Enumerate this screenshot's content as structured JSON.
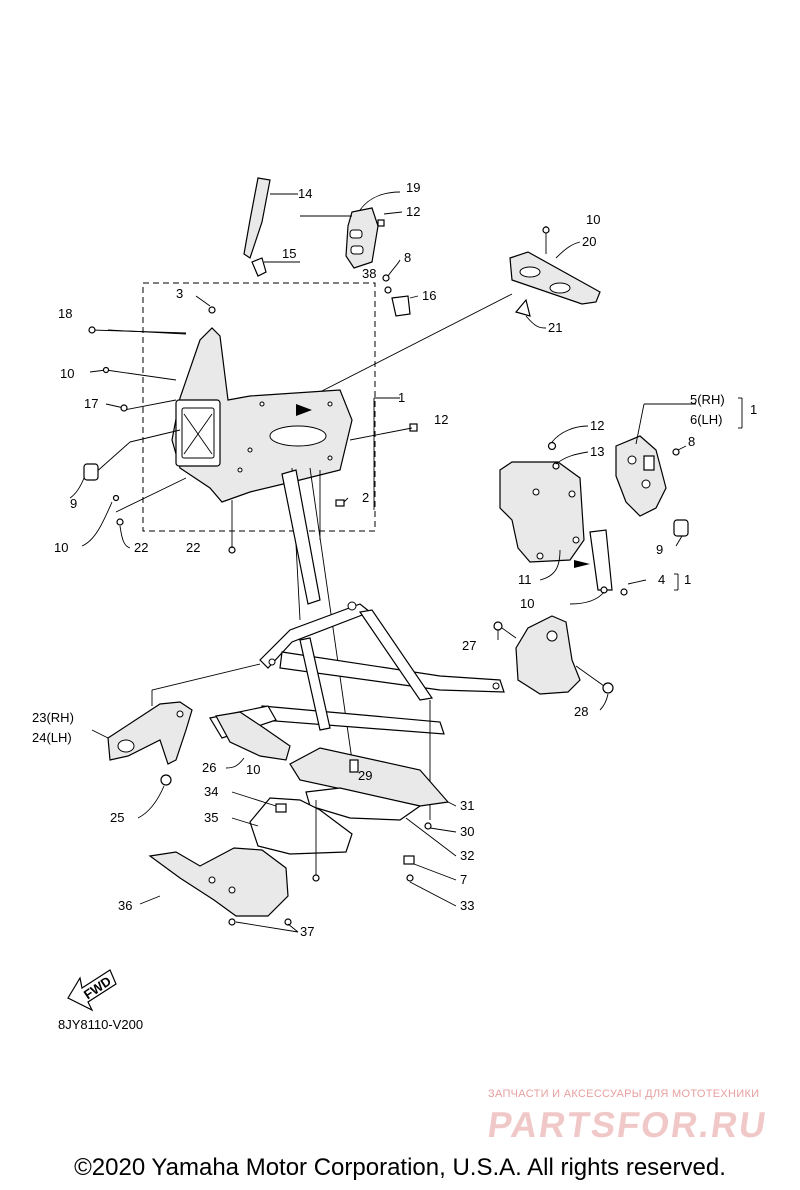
{
  "diagram": {
    "code": "8JY8110-V200",
    "fwd_label": "FWD",
    "callouts": [
      "1",
      "2",
      "3",
      "4",
      "5(RH)",
      "6(LH)",
      "7",
      "8",
      "9",
      "10",
      "11",
      "12",
      "13",
      "14",
      "15",
      "16",
      "17",
      "18",
      "19",
      "20",
      "21",
      "22",
      "23(RH)",
      "24(LH)",
      "25",
      "26",
      "27",
      "28",
      "29",
      "30",
      "31",
      "32",
      "33",
      "34",
      "35",
      "36",
      "37",
      "38"
    ]
  },
  "watermark": {
    "tagline": "ЗАПЧАСТИ И АКСЕССУАРЫ ДЛЯ МОТОТЕХНИКИ",
    "brand": "PARTSFOR.RU"
  },
  "copyright": "©2020 Yamaha Motor Corporation, U.S.A. All rights reserved."
}
